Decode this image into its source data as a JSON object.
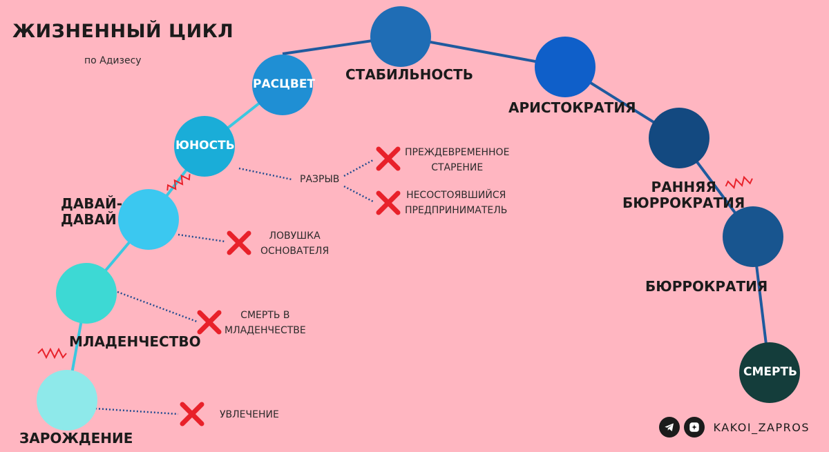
{
  "title": "ЖИЗНЕННЫЙ ЦИКЛ",
  "subtitle": "по Адизесу",
  "stages": [
    {
      "id": "zarozhdenie",
      "label": "ЗАРОЖДЕНИЕ",
      "color": "#8ee9ea"
    },
    {
      "id": "mladenchestvo",
      "label": "МЛАДЕНЧЕСТВО",
      "color": "#3dd9d4"
    },
    {
      "id": "davai",
      "label": "ДАВАЙ-\nДАВАЙ",
      "color": "#3bc8f0"
    },
    {
      "id": "yunost",
      "label": "ЮНОСТЬ",
      "color": "#1aadd8"
    },
    {
      "id": "rascvet",
      "label": "РАСЦВЕТ",
      "color": "#1f8fd4"
    },
    {
      "id": "stabilnost",
      "label": "СТАБИЛЬНОСТЬ",
      "color": "#1f6db5"
    },
    {
      "id": "aristokratiya",
      "label": "АРИСТОКРАТИЯ",
      "color": "#0f5fc9"
    },
    {
      "id": "rannyaya",
      "label": "РАННЯЯ\nБЮРРОКРАТИЯ",
      "color": "#134980"
    },
    {
      "id": "byurrokratiya",
      "label": "БЮРРОКРАТИЯ",
      "color": "#18558f"
    },
    {
      "id": "smert",
      "label": "СМЕРТЬ",
      "color": "#143d3b"
    }
  ],
  "traps": {
    "uvlechenie": "УВЛЕЧЕНИЕ",
    "smert_v_mladenchestve": "СМЕРТЬ В\nМЛАДЕНЧЕСТВЕ",
    "lovushka": "ЛОВУШКА\nОСНОВАТЕЛЯ",
    "razryv": "РАЗРЫВ",
    "prezhdevremennoe": "ПРЕЖДЕВРЕМЕННОЕ\nСТАРЕНИЕ",
    "nesostoyavshiysya": "НЕСОСТОЯВШИЙСЯ\nПРЕДПРИНИМАТЕЛЬ"
  },
  "colors": {
    "background": "#ffb6c1",
    "path_light": "#3bc8e0",
    "path_dark": "#1f5a9e",
    "cross": "#e8212a",
    "dotted": "#1f4a8f",
    "wave": "#e8212a"
  },
  "footer": {
    "handle": "KAKOI_ZAPROS",
    "icons": [
      "telegram-icon",
      "dzen-icon"
    ]
  }
}
